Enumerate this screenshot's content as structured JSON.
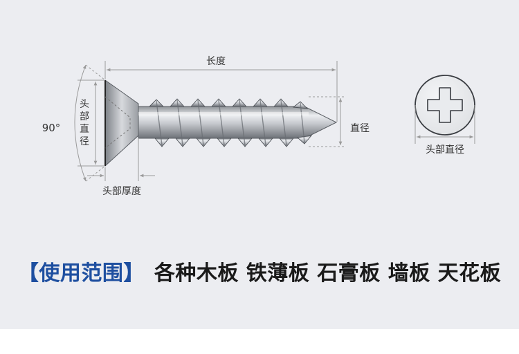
{
  "labels": {
    "length": "长度",
    "angle": "90°",
    "head_diameter_vertical": [
      "头",
      "部",
      "直",
      "径"
    ],
    "head_thickness": "头部厚度",
    "diameter": "直径",
    "head_diameter_front": "头部直径"
  },
  "usage": {
    "left_bracket": "【",
    "title": "使用范围",
    "right_bracket": "】",
    "applications": "各种木板 铁薄板 石膏板 墙板 天花板"
  },
  "colors": {
    "background": "#ecedf1",
    "usage_title": "#1e4fa0",
    "usage_text": "#1a1a1a",
    "dimension_line": "#9a9a9a",
    "screw_metal": "#b9bcc2"
  }
}
